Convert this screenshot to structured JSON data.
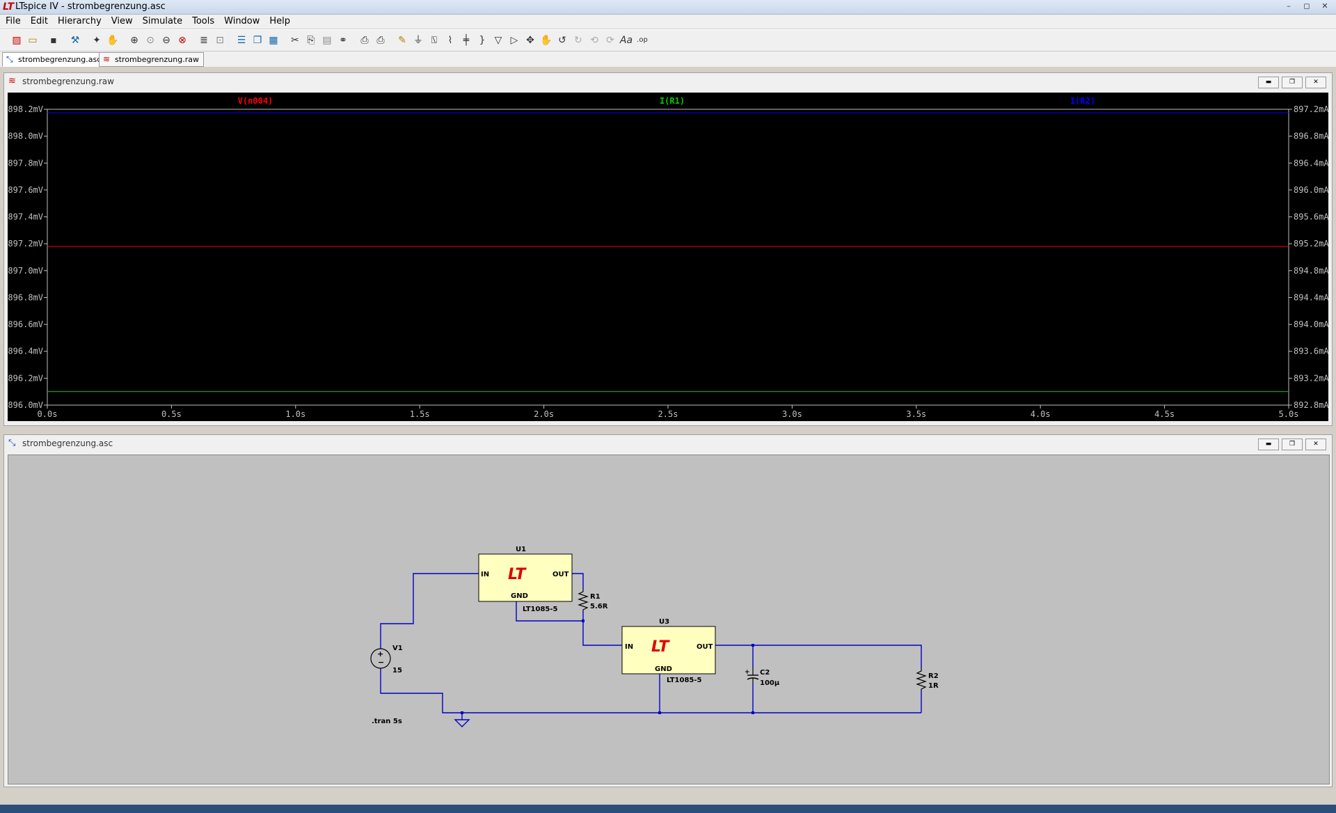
{
  "window": {
    "title": "LTspice IV - strombegrenzung.asc",
    "minimize": "–",
    "maximize": "◻",
    "close": "✕"
  },
  "menu": [
    "File",
    "Edit",
    "Hierarchy",
    "View",
    "Simulate",
    "Tools",
    "Window",
    "Help"
  ],
  "tabs": [
    {
      "label": "strombegrenzung.asc",
      "icon": "schematic-icon"
    },
    {
      "label": "strombegrenzung.raw",
      "icon": "waveform-icon"
    }
  ],
  "plot_window": {
    "title": "strombegrenzung.raw",
    "min": "▬",
    "restore": "❐",
    "close": "✕"
  },
  "schematic_window": {
    "title": "strombegrenzung.asc",
    "min": "▬",
    "restore": "❐",
    "close": "✕"
  },
  "chart_data": {
    "type": "line",
    "title": "",
    "xlabel": "",
    "x_ticks": [
      "0.0s",
      "0.5s",
      "1.0s",
      "1.5s",
      "2.0s",
      "2.5s",
      "3.0s",
      "3.5s",
      "4.0s",
      "4.5s",
      "5.0s"
    ],
    "xlim": [
      0,
      5
    ],
    "y_left_ticks": [
      "898.2mV",
      "898.0mV",
      "897.8mV",
      "897.6mV",
      "897.4mV",
      "897.2mV",
      "897.0mV",
      "896.8mV",
      "896.6mV",
      "896.4mV",
      "896.2mV",
      "896.0mV"
    ],
    "ylim_left": [
      896.0,
      898.2
    ],
    "y_right_ticks": [
      "897.2mA",
      "896.8mA",
      "896.4mA",
      "896.0mA",
      "895.6mA",
      "895.2mA",
      "894.8mA",
      "894.4mA",
      "894.0mA",
      "893.6mA",
      "893.2mA",
      "892.8mA"
    ],
    "ylim_right": [
      892.8,
      897.2
    ],
    "series": [
      {
        "name": "V(n004)",
        "color": "#ff0000",
        "axis": "left",
        "x": [
          0,
          5
        ],
        "y": [
          897.18,
          897.18
        ]
      },
      {
        "name": "I(R1)",
        "color": "#00cc00",
        "axis": "right",
        "x": [
          0,
          5
        ],
        "y": [
          893.0,
          893.0
        ]
      },
      {
        "name": "I(R2)",
        "color": "#0000ff",
        "axis": "right",
        "x": [
          0,
          5
        ],
        "y": [
          897.15,
          897.15
        ]
      }
    ],
    "grid": false
  },
  "schematic": {
    "u1": {
      "ref": "U1",
      "part": "LT1085-5",
      "in": "IN",
      "out": "OUT",
      "gnd": "GND",
      "logo": "LT"
    },
    "u3": {
      "ref": "U3",
      "part": "LT1085-5",
      "in": "IN",
      "out": "OUT",
      "gnd": "GND",
      "logo": "LT"
    },
    "r1": {
      "ref": "R1",
      "value": "5.6R"
    },
    "r2": {
      "ref": "R2",
      "value": "1R"
    },
    "c2": {
      "ref": "C2",
      "value": "100µ"
    },
    "v1": {
      "ref": "V1",
      "value": "15"
    },
    "directive": ".tran 5s",
    "wire_color": "#0000c8",
    "component_fill": "#ffffc0"
  }
}
